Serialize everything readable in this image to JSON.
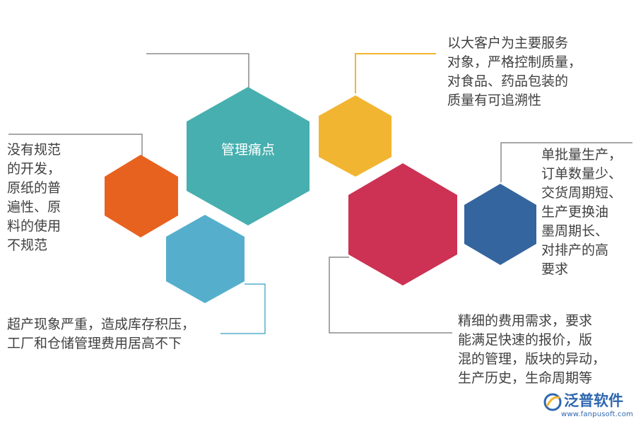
{
  "center_node": {
    "label": "管理痛点",
    "color": "#47afaf"
  },
  "nodes": [
    {
      "id": "quality",
      "color": "#f2b531",
      "text": "以大客户为主要服务\n对象，严格控制质量，\n对食品、药品包装的\n质量有可追溯性"
    },
    {
      "id": "standard",
      "color": "#e8621f",
      "text": "没有规范\n的开发，\n原纸的普\n遍性、原\n料的使用\n不规范"
    },
    {
      "id": "inventory",
      "color": "#55afcc",
      "text": "超产现象严重，造成库存积压，\n工厂和仓储管理费用居高不下"
    },
    {
      "id": "cost",
      "color": "#cd3153",
      "text": "精细的费用需求，要求\n能满足快速的报价，版\n混的管理，版块的异动，\n生产历史，生命周期等"
    },
    {
      "id": "scheduling",
      "color": "#34659f",
      "text": "单批量生产，\n订单数量少、\n交货周期短、\n生产更换油\n墨周期长、\n对排产的高\n要求"
    }
  ],
  "logo": {
    "name": "泛普软件",
    "site": "www.fanpusoft.com",
    "color": "#2e66b0"
  }
}
